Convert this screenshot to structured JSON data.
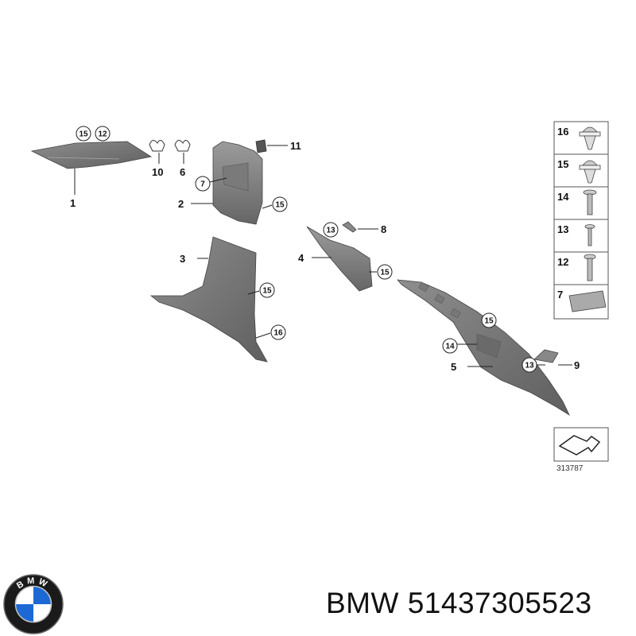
{
  "diagram": {
    "callouts": {
      "c1": "1",
      "c2": "2",
      "c3": "3",
      "c4": "4",
      "c5": "5",
      "c6": "6",
      "c8": "8",
      "c9": "9",
      "c10": "10",
      "c11": "11"
    },
    "circles": {
      "a15": "15",
      "a12": "12",
      "b7": "7",
      "b15": "15",
      "c15": "15",
      "c16": "16",
      "d13": "13",
      "d15": "15",
      "e15": "15",
      "e14": "14",
      "e13": "13"
    },
    "legend": [
      "16",
      "15",
      "14",
      "13",
      "12",
      "7"
    ],
    "reference_number": "313787"
  },
  "footer": {
    "brand": "BMW",
    "part_number": "51437305523",
    "logo_letters": "BMW"
  },
  "colors": {
    "trim_dark": "#6e6e6e",
    "trim_light": "#9a9a9a",
    "logo_blue": "#1c69d4",
    "line": "#222222"
  }
}
